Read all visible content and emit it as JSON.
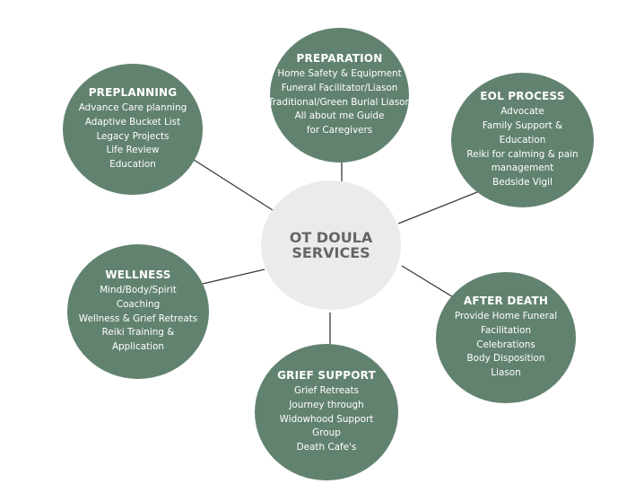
{
  "colors": {
    "node_fill": "#628270",
    "center_fill": "#ebebeb",
    "center_text": "#666666",
    "connector": "#3a3a3a"
  },
  "center": {
    "line1": "OT DOULA",
    "line2": "SERVICES"
  },
  "nodes": [
    {
      "id": "preparation",
      "title": "PREPARATION",
      "items": [
        "Home Safety & Equipment",
        "Funeral Facilitator/Liason",
        "Traditional/Green Burial Liason",
        "All about me Guide",
        "for Caregivers"
      ]
    },
    {
      "id": "preplanning",
      "title": "PREPLANNING",
      "items": [
        "Advance Care planning",
        "Adaptive Bucket List",
        "Legacy Projects",
        "Life Review",
        "Education"
      ]
    },
    {
      "id": "eol-process",
      "title": "EOL PROCESS",
      "items": [
        "Advocate",
        "Family Support &",
        "Education",
        "Reiki for calming & pain",
        "management",
        "Bedside Vigil"
      ]
    },
    {
      "id": "wellness",
      "title": "WELLNESS",
      "items": [
        "Mind/Body/Spirit",
        "Coaching",
        "Wellness & Grief Retreats",
        "Reiki Training &",
        "Application"
      ]
    },
    {
      "id": "after-death",
      "title": "AFTER DEATH",
      "items": [
        "Provide Home Funeral",
        "Facilitation",
        "Celebrations",
        "Body Disposition",
        "Liason"
      ]
    },
    {
      "id": "grief-support",
      "title": "GRIEF SUPPORT",
      "items": [
        "Grief Retreats",
        "Journey through",
        "Widowhood Support",
        "Group",
        "Death Cafe's"
      ]
    }
  ]
}
